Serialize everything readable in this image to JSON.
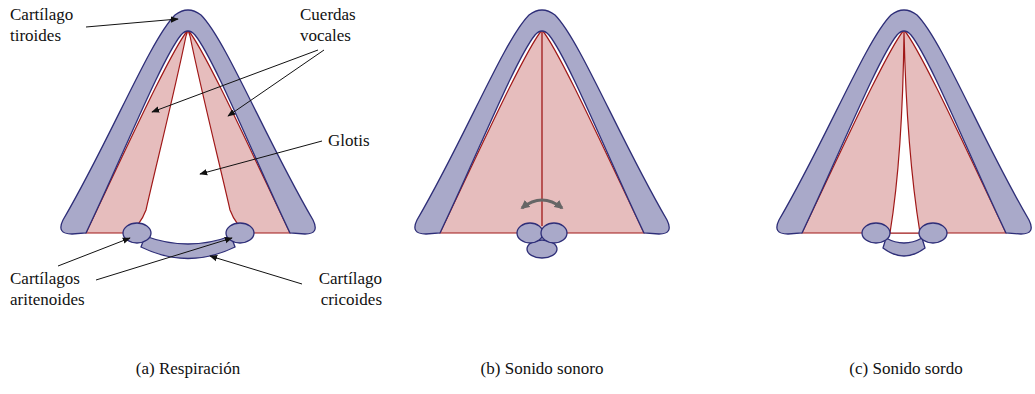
{
  "diagram": {
    "labels": [
      "Cartílago tiroides",
      "Cuerdas vocales",
      "Glotis",
      "Cartílagos aritenoides",
      "Cartílago cricoides",
      "(a) Respiración",
      "(b) Sonido sonoro",
      "(c) Sonido sordo"
    ]
  }
}
